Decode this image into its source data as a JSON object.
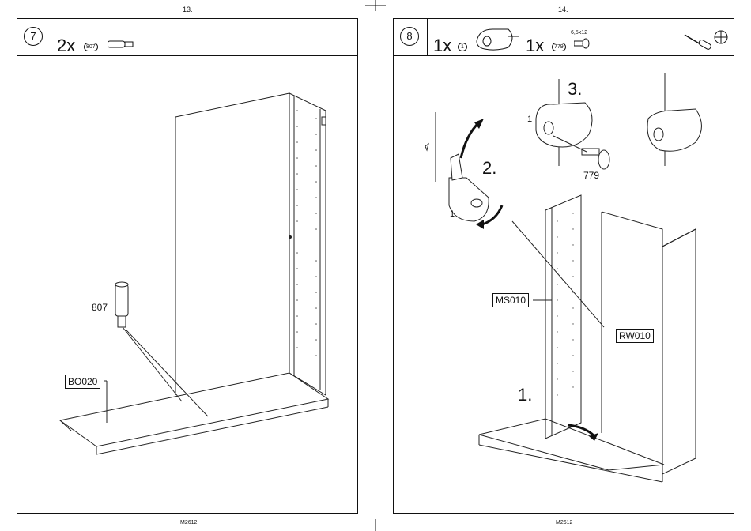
{
  "left_page": {
    "page_number": "13.",
    "footer": "M2612",
    "step": {
      "number": "7",
      "quantity": "2x",
      "part_badge": "807"
    },
    "labels": {
      "part": "807",
      "panel": "BO020"
    }
  },
  "right_page": {
    "page_number": "14.",
    "footer": "M2612",
    "step": {
      "number": "8",
      "quantity_a": "1x",
      "part_badge_a": "1",
      "quantity_b": "1x",
      "part_badge_b": "779",
      "screw_size": "6,5x12"
    },
    "labels": {
      "num_3": "3.",
      "num_2": "2.",
      "num_1": "1.",
      "part_1_top": "1",
      "part_1_left": "1",
      "screw": "779",
      "panel_ms": "MS010",
      "panel_rw": "RW010"
    },
    "tools": [
      "screwdriver-icon",
      "crosshead-icon"
    ]
  }
}
